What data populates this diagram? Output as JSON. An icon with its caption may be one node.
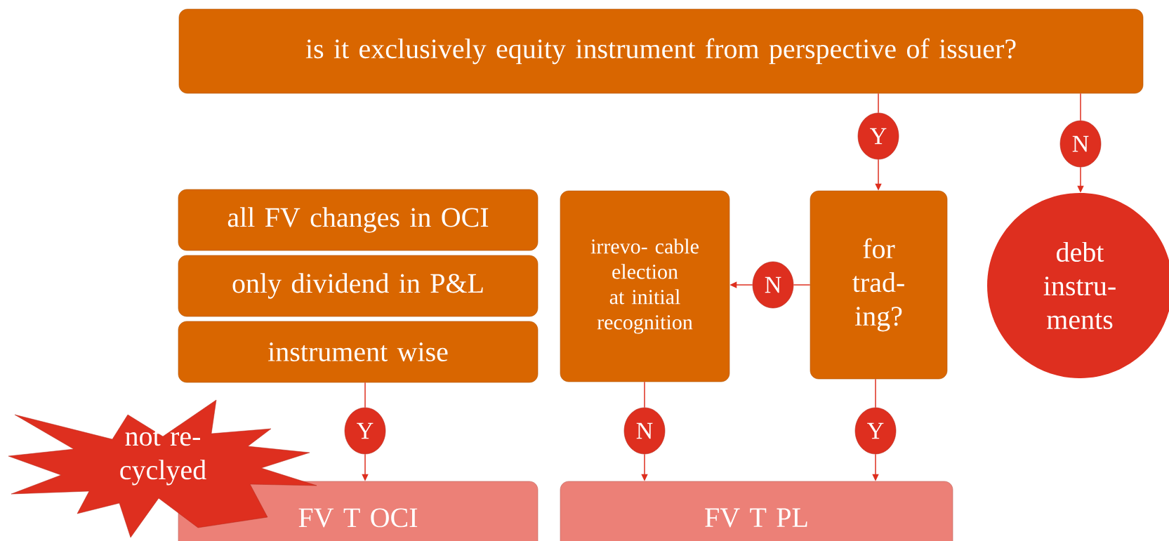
{
  "diagram": {
    "nodes": [
      {
        "text": [
          "is it exclusively equity instrument from perspective of issuer?"
        ]
      },
      {
        "text": [
          "Y"
        ]
      },
      {
        "text": [
          "N"
        ]
      },
      {
        "text": [
          "for trad- ing?"
        ]
      },
      {
        "text": [
          "debt instru- ments"
        ]
      },
      {
        "text": [
          "N"
        ]
      },
      {
        "text": [
          "irrevo- cable election at initial recognition"
        ]
      },
      {
        "text": [
          "all FV changes in OCI"
        ]
      },
      {
        "text": [
          "only dividend in P&L"
        ]
      },
      {
        "text": [
          "instrument wise"
        ]
      },
      {
        "text": [
          "Y"
        ]
      },
      {
        "text": [
          "N"
        ]
      },
      {
        "text": [
          "Y"
        ]
      },
      {
        "text": [
          "not re- cyclyed"
        ]
      },
      {
        "text": [
          "FV T OCI"
        ]
      },
      {
        "text": [
          "FV T PL"
        ]
      }
    ],
    "edges": [
      {
        "from": 0,
        "to": 1,
        "arrow": "none"
      },
      {
        "from": 1,
        "to": 3,
        "arrow": "to"
      },
      {
        "from": 0,
        "to": 2,
        "arrow": "none"
      },
      {
        "from": 2,
        "to": 4,
        "arrow": "to"
      },
      {
        "from": 3,
        "to": 5,
        "arrow": "none"
      },
      {
        "from": 5,
        "to": 6,
        "arrow": "to"
      },
      {
        "from": 9,
        "to": 10,
        "arrow": "none"
      },
      {
        "from": 10,
        "to": 14,
        "arrow": "to"
      },
      {
        "from": 6,
        "to": 11,
        "arrow": "none"
      },
      {
        "from": 11,
        "to": 15,
        "arrow": "to"
      },
      {
        "from": 3,
        "to": 12,
        "arrow": "none"
      },
      {
        "from": 12,
        "to": 15,
        "arrow": "to"
      }
    ]
  }
}
